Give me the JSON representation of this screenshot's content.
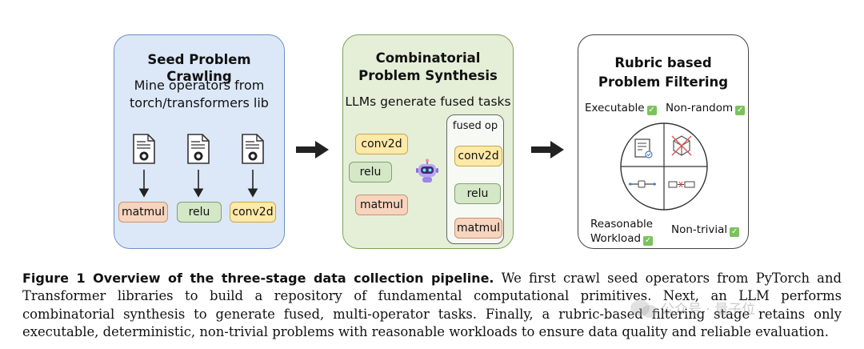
{
  "stage1": {
    "title": "Seed Problem Crawling",
    "subtitle_line1": "Mine operators from",
    "subtitle_line2": "torch/transformers lib",
    "ops": [
      "matmul",
      "relu",
      "conv2d"
    ]
  },
  "stage2": {
    "title_line1": "Combinatorial",
    "title_line2": "Problem Synthesis",
    "subtitle": "LLMs generate fused tasks",
    "inputs": [
      "conv2d",
      "relu",
      "matmul"
    ],
    "fused_label": "fused op",
    "fused_ops": [
      "conv2d",
      "relu",
      "matmul"
    ]
  },
  "stage3": {
    "title_line1": "Rubric based",
    "title_line2": "Problem Filtering",
    "criteria": {
      "executable": "Executable",
      "non_random": "Non-random",
      "reasonable_1": "Reasonable",
      "reasonable_2": "Workload",
      "non_trivial": "Non-trivial"
    }
  },
  "caption": {
    "lead": "Figure 1  Overview of the three-stage data collection pipeline.",
    "body": " We first crawl seed operators from PyTorch and Transformer libraries to build a repository of fundamental computational primitives. Next, an LLM performs combinatorial synthesis to generate fused, multi-operator tasks. Finally, a rubric-based filtering stage retains only executable, deterministic, non-trivial problems with reasonable workloads to ensure data quality and reliable evaluation."
  },
  "watermark": "公众号 · 量子位",
  "colors": {
    "panel1_bg": "#dce8f8",
    "panel2_bg": "#e5efd8",
    "op_peach": "#f6d4bd",
    "op_green": "#d4e7c6",
    "op_yellow": "#fde9a8",
    "check_green": "#7bc25c"
  }
}
